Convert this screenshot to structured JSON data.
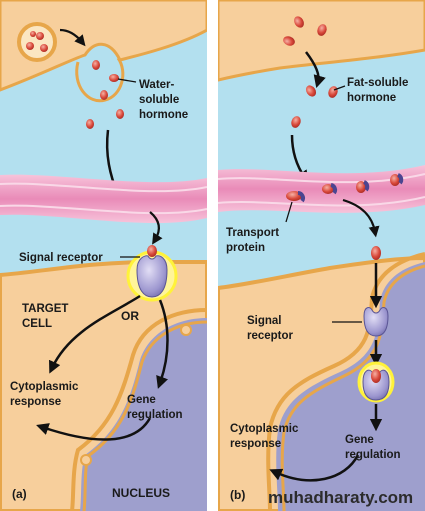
{
  "panel_a": {
    "tag": "(a)",
    "hormone_label": [
      "Water-",
      "soluble",
      "hormone"
    ],
    "receptor_label": "Signal receptor",
    "target_cell_label": [
      "TARGET",
      "CELL"
    ],
    "or_label": "OR",
    "cyto_label": [
      "Cytoplasmic",
      "response"
    ],
    "gene_label": [
      "Gene",
      "regulation"
    ],
    "nucleus_label": "NUCLEUS"
  },
  "panel_b": {
    "tag": "(b)",
    "hormone_label": [
      "Fat-soluble",
      "hormone"
    ],
    "transport_label": [
      "Transport",
      "protein"
    ],
    "receptor_label": [
      "Signal",
      "receptor"
    ],
    "cyto_label": [
      "Cytoplasmic",
      "response"
    ],
    "gene_label": [
      "Gene",
      "regulation"
    ]
  },
  "watermark": "muhadharaty.com",
  "colors": {
    "extracellular": "#b3e0ef",
    "cell": "#f7cf9c",
    "membrane": "#f0a7c6",
    "nucleus": "#9e9fcd",
    "hormone": "#d9493b",
    "receptor": "#9c96cf",
    "glow": "#fff23a"
  }
}
